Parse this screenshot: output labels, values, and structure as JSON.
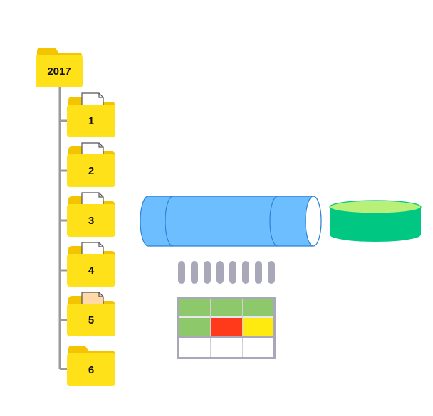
{
  "root_folder": {
    "label": "2017"
  },
  "folders": [
    {
      "label": "1",
      "has_document": true,
      "document_style": "white"
    },
    {
      "label": "2",
      "has_document": true,
      "document_style": "white"
    },
    {
      "label": "3",
      "has_document": true,
      "document_style": "white"
    },
    {
      "label": "4",
      "has_document": true,
      "document_style": "white"
    },
    {
      "label": "5",
      "has_document": true,
      "document_style": "peach"
    },
    {
      "label": "6",
      "has_document": false,
      "document_style": "none"
    }
  ],
  "icons": {
    "folder": "folder-icon",
    "document": "document-icon",
    "pipe": "cylinder-pipe-icon",
    "disk": "disk-cylinder-icon",
    "batch": "record-batch-icon",
    "grid": "table-grid-icon"
  },
  "record_batch": {
    "count": 8
  },
  "table_grid": {
    "rows": 3,
    "cols": 3,
    "cells": [
      [
        "green",
        "green",
        "green"
      ],
      [
        "green",
        "red",
        "yellow"
      ],
      [
        "white",
        "white",
        "white"
      ]
    ]
  },
  "colors": {
    "folder_yellow": "#FFE11A",
    "folder_tab": "#F5C400",
    "tree_line": "#9A9A9A",
    "pipe_blue": "#6DBEFF",
    "pipe_edge": "#2E7FD8",
    "disk_top": "#B8F07A",
    "disk_side": "#00C882",
    "batch_gray": "#A9A8B8",
    "grid_border": "#A8A8B8",
    "cell_green": "#8DC86A",
    "cell_red": "#FF3A1A",
    "cell_yellow": "#FFEA10",
    "cell_white": "#FFFFFF",
    "doc_white": "#FFFFFF",
    "doc_peach": "#FFD9A8"
  }
}
